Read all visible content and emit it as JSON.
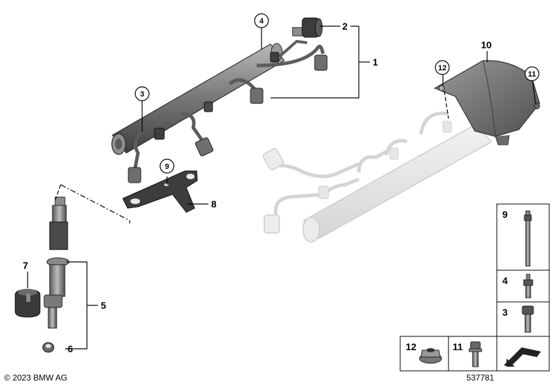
{
  "callouts": {
    "c1": "1",
    "c2": "2",
    "c3": "3",
    "c4": "4",
    "c5": "5",
    "c6": "6",
    "c7": "7",
    "c8": "8",
    "c9": "9",
    "c10": "10",
    "c11": "11",
    "c12": "12"
  },
  "legend": {
    "row9": "9",
    "row4": "4",
    "row3": "3",
    "bottom12": "12",
    "bottom11": "11"
  },
  "footer": {
    "copyright": "© 2023 BMW AG",
    "diagram_number": "537781"
  },
  "colors": {
    "part_dark": "#4a4a4a",
    "part_mid": "#8c8c8c",
    "part_light": "#c8c8c8",
    "ghost": "#e2e2e2",
    "ghost_stroke": "#cfcfcf"
  }
}
